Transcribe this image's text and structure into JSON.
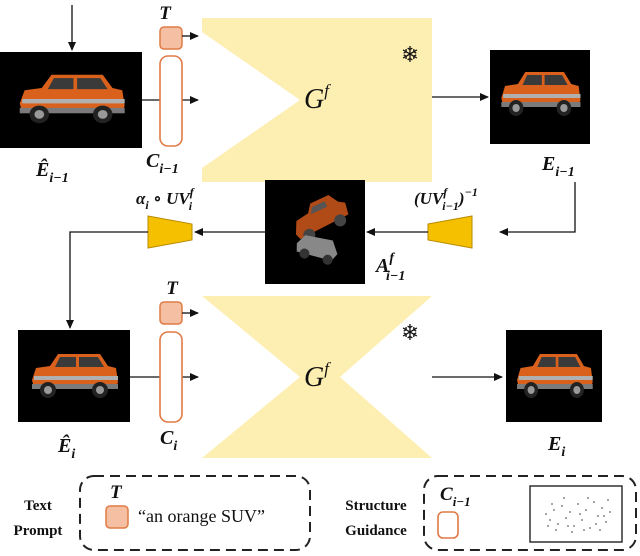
{
  "generator": {
    "symbol": "G",
    "superscript": "f",
    "frozen_icon": "snowflake-icon"
  },
  "top_row": {
    "input_label": {
      "base": "Ê",
      "sub": "i−1"
    },
    "text_token": "T",
    "condition_label": {
      "base": "C",
      "sub": "i−1"
    },
    "output_label": {
      "base": "E",
      "sub": "i−1"
    }
  },
  "middle_row": {
    "left_op": {
      "pre": "α",
      "pre_sub": "i",
      "op": " ∘ UV",
      "sup": "f",
      "sub": "i"
    },
    "right_op": {
      "open": "(UV",
      "sup": "f",
      "sub": "i−1",
      "close": ")",
      "exp": "−1"
    },
    "atlas_label": {
      "base": "A",
      "sup": "f",
      "sub": "i−1"
    }
  },
  "bottom_row": {
    "input_label": {
      "base": "Ê",
      "sub": "i"
    },
    "text_token": "T",
    "condition_label": {
      "base": "C",
      "sub": "i"
    },
    "output_label": {
      "base": "E",
      "sub": "i"
    }
  },
  "legend": {
    "text_prompt": {
      "title_line1": "Text",
      "title_line2": "Prompt",
      "token": "T",
      "example": "“an orange SUV”"
    },
    "structure_guidance": {
      "title_line1": "Structure",
      "title_line2": "Guidance",
      "token": {
        "base": "C",
        "sub": "i−1"
      }
    }
  },
  "colors": {
    "generator_fill": "#fdeeb1",
    "token_fill": "#f5bfa3",
    "token_stroke": "#e07b45",
    "warp_fill": "#f5c000",
    "warp_stroke": "#b88a00",
    "body_orange": "#d9611c"
  }
}
